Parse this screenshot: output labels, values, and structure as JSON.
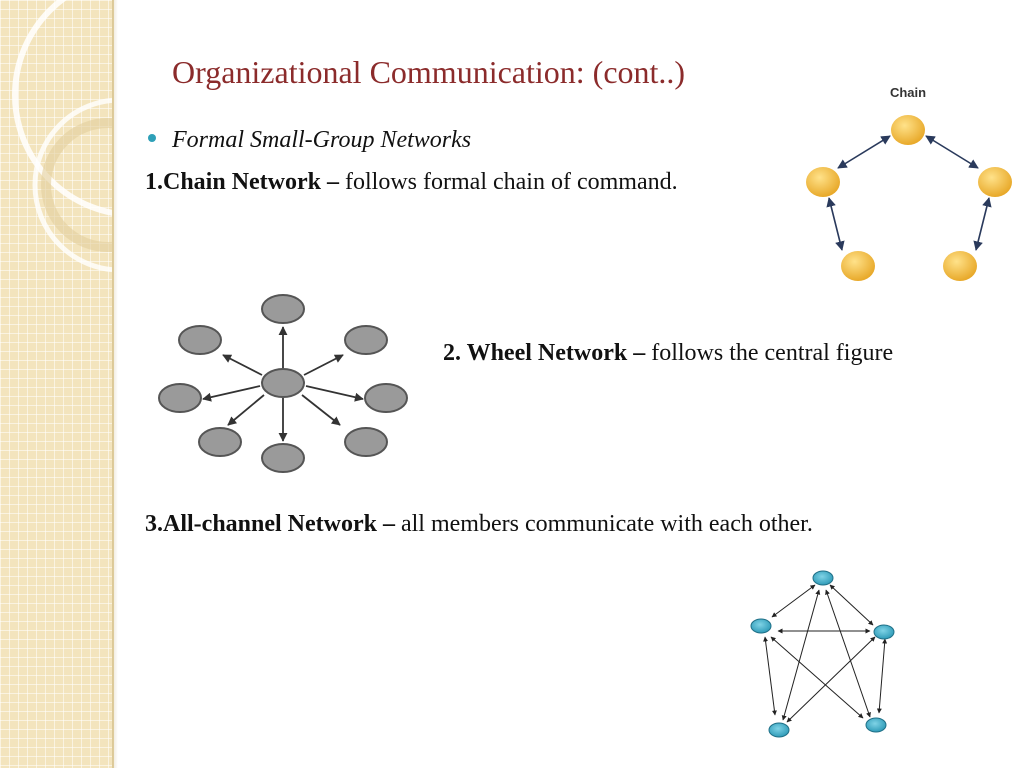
{
  "slide": {
    "title": "Organizational Communication: (cont..)",
    "bullet": "Formal Small-Group Networks",
    "items": [
      {
        "label": "1.Chain Network –",
        "desc": " follows formal chain of command."
      },
      {
        "label": "2. Wheel Network –",
        "desc": " follows the central figure"
      },
      {
        "label": "3.All-channel Network  –",
        "desc": "  all members communicate with each other."
      }
    ]
  },
  "figures": {
    "chain": {
      "label": "Chain",
      "node_color": "#f6c544"
    },
    "wheel": {
      "node_color": "#9a9a9a"
    },
    "all_channel": {
      "node_color": "#45b0c8"
    }
  },
  "theme": {
    "title_color": "#8b2b2b",
    "bullet_color": "#2ea0b8",
    "strip_color": "#f3e4bd"
  }
}
